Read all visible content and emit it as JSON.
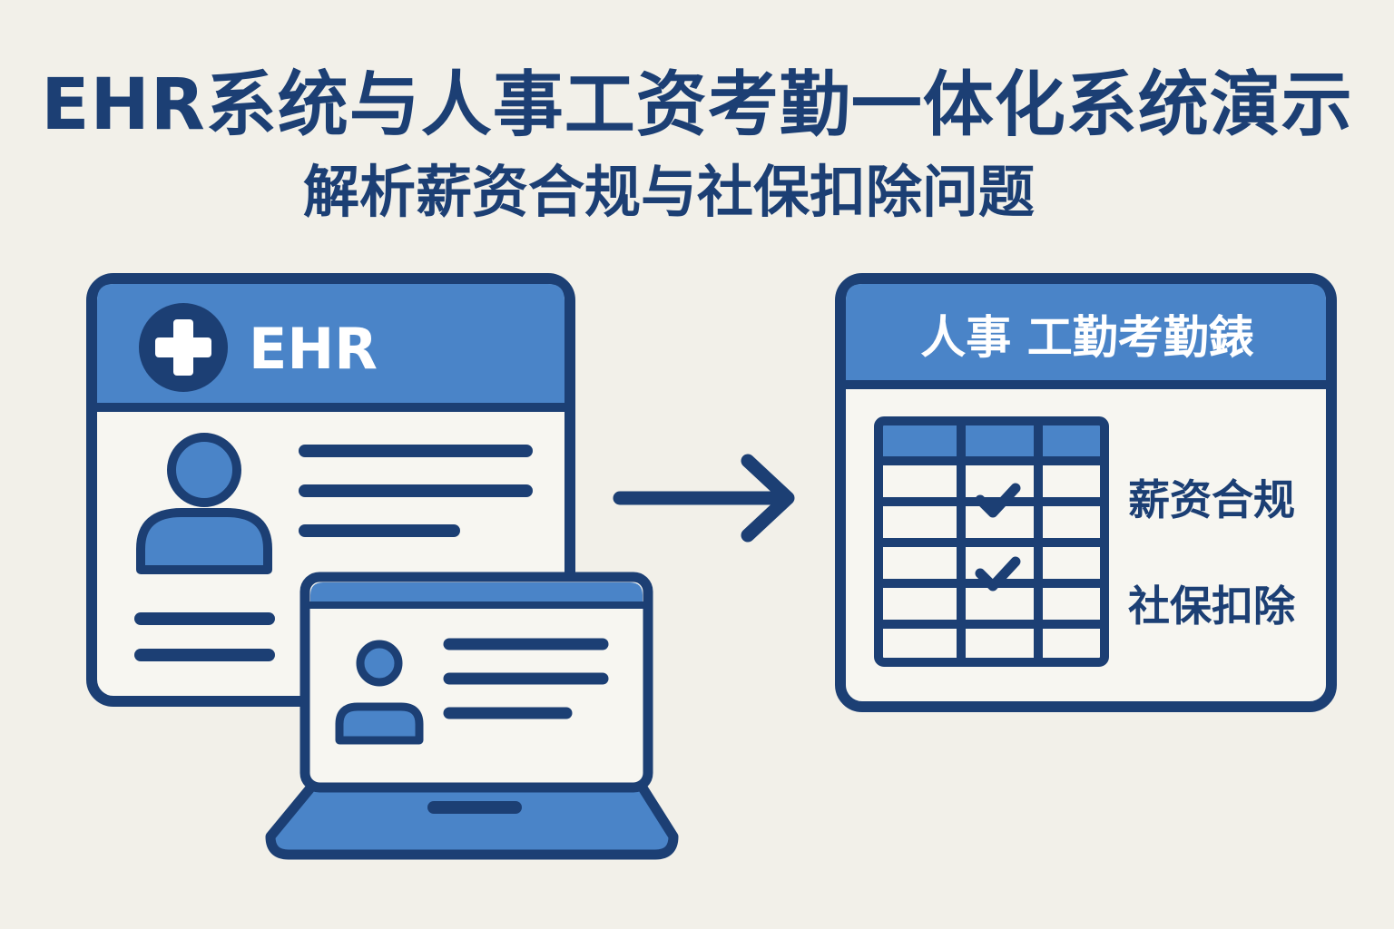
{
  "header": {
    "title": "EHR系统与人事工资考勤一体化系统演示",
    "subtitle": "解析薪资合规与社保扣除问题"
  },
  "ehr_card": {
    "label": "EHR"
  },
  "payroll_panel": {
    "header_label": "人事 工勤考勤錶",
    "side_labels": [
      "薪资合规",
      "社保扣除"
    ]
  },
  "colors": {
    "dark_navy": "#1c3f74",
    "accent_blue": "#4a84c8",
    "card_fill": "#f7f6f1",
    "background": "#f2f0e9"
  },
  "icons": [
    "plus-cross-icon",
    "user-avatar-icon",
    "laptop-icon",
    "arrow-right-icon",
    "checkmark-icon"
  ]
}
